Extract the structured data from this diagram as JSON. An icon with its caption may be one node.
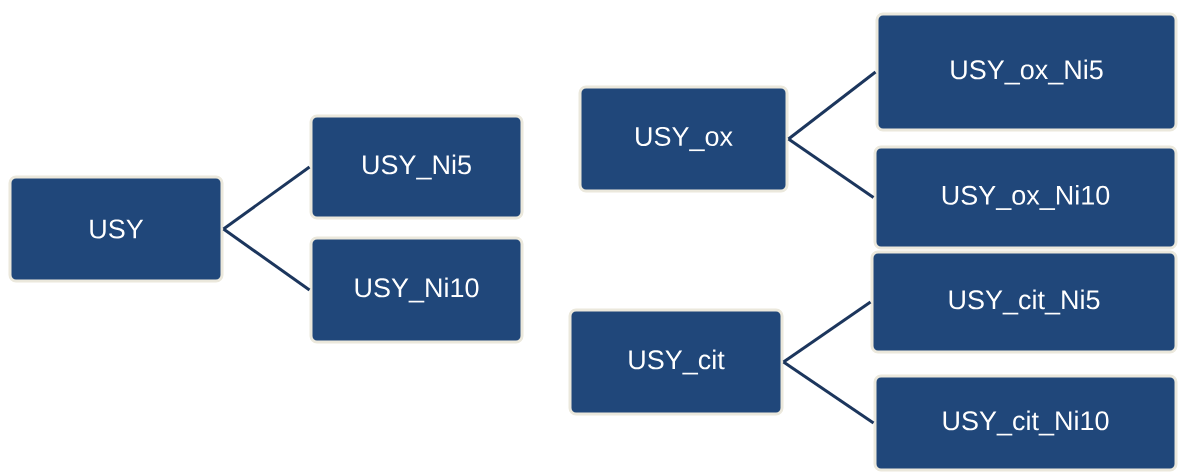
{
  "diagram": {
    "nodes": [
      {
        "text": [
          "USY"
        ]
      },
      {
        "text": [
          "USY_Ni5"
        ]
      },
      {
        "text": [
          "USY_Ni10"
        ]
      },
      {
        "text": [
          "USY_ox"
        ]
      },
      {
        "text": [
          "USY_ox_Ni5"
        ]
      },
      {
        "text": [
          "USY_ox_Ni10"
        ]
      },
      {
        "text": [
          "USY_cit"
        ]
      },
      {
        "text": [
          "USY_cit_Ni5"
        ]
      },
      {
        "text": [
          "USY_cit_Ni10"
        ]
      }
    ],
    "edges": [
      {
        "from": 0,
        "to": 1,
        "arrow": "none"
      },
      {
        "from": 0,
        "to": 2,
        "arrow": "none"
      },
      {
        "from": 3,
        "to": 4,
        "arrow": "none"
      },
      {
        "from": 3,
        "to": 5,
        "arrow": "none"
      },
      {
        "from": 6,
        "to": 7,
        "arrow": "none"
      },
      {
        "from": 6,
        "to": 8,
        "arrow": "none"
      }
    ]
  }
}
